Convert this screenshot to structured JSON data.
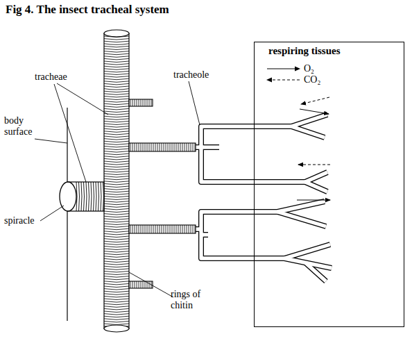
{
  "diagram": {
    "title": "Fig 4. The insect tracheal system",
    "nodes": [
      {
        "text": [
          "respiring tissues"
        ]
      }
    ],
    "labels": [
      "tracheae",
      "tracheole",
      "body surface",
      "spiracle",
      "rings of chitin"
    ],
    "legend": [
      {
        "text": "O₂"
      },
      {
        "text": "CO₂"
      }
    ]
  }
}
